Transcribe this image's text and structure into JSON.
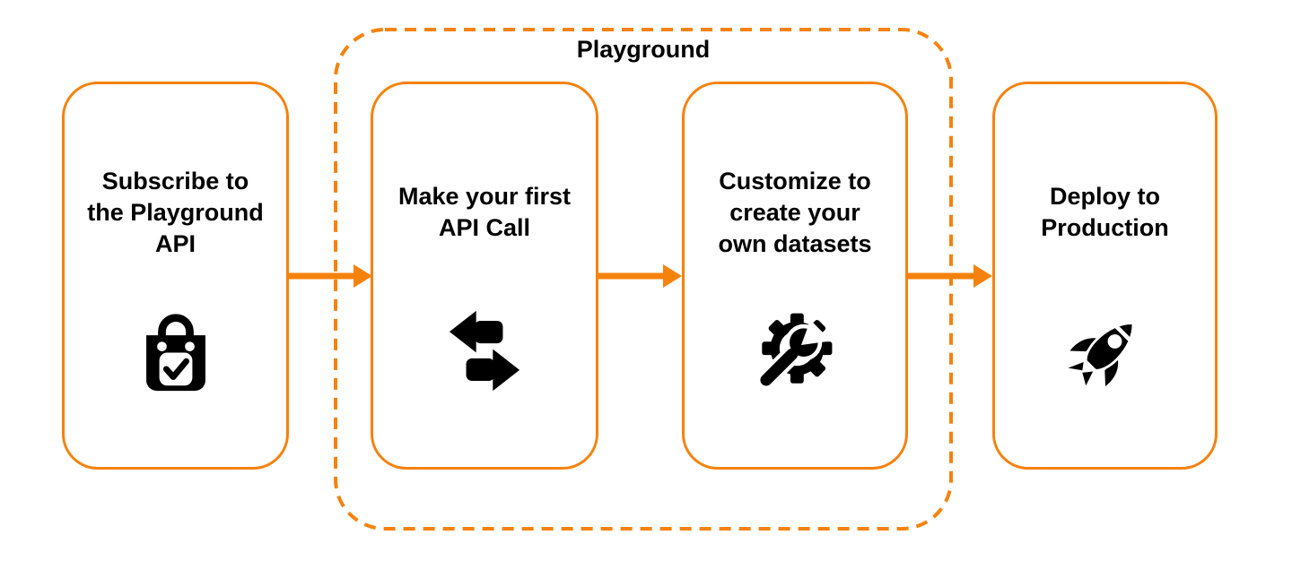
{
  "colors": {
    "accent_orange": "#F5820D",
    "icon_black": "#000000",
    "text_black": "#000000",
    "background": "#FFFFFF"
  },
  "playground_group": {
    "label": "Playground"
  },
  "steps": [
    {
      "title": "Subscribe to\nthe Playground\nAPI",
      "icon": "shopping-bag-check-icon"
    },
    {
      "title": "Make your first\nAPI Call",
      "icon": "transfer-arrows-icon"
    },
    {
      "title": "Customize to\ncreate your\nown datasets",
      "icon": "gear-wrench-icon"
    },
    {
      "title": "Deploy to\nProduction",
      "icon": "rocket-icon"
    }
  ],
  "connectors": [
    {
      "from": "Subscribe to the Playground API",
      "to": "Make your first API Call"
    },
    {
      "from": "Make your first API Call",
      "to": "Customize to create your own datasets"
    },
    {
      "from": "Customize to create your own datasets",
      "to": "Deploy to Production"
    }
  ]
}
